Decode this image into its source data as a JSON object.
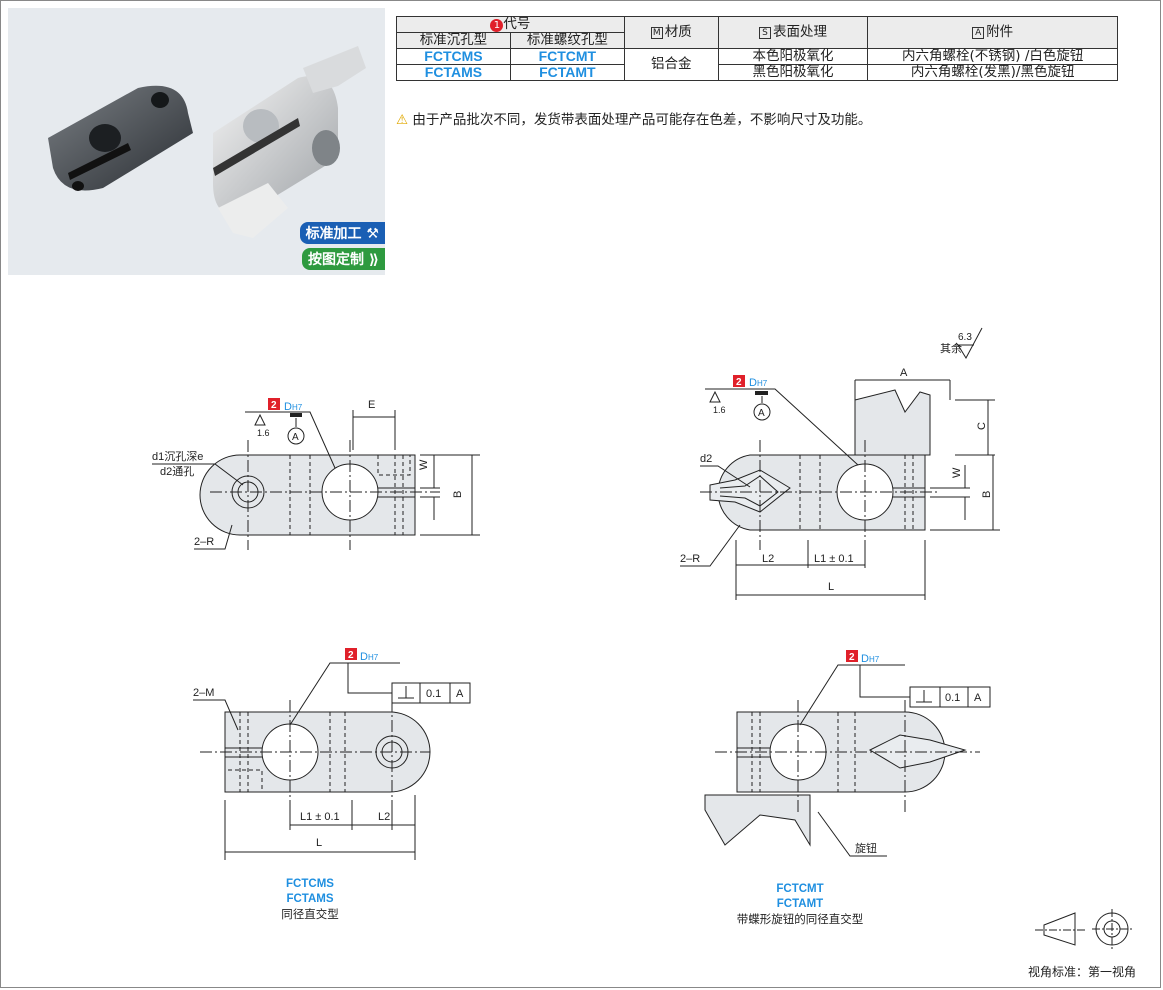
{
  "badges": {
    "standard_processing": "标准加工",
    "custom_drawing": "按图定制"
  },
  "table": {
    "code_header": "代号",
    "code_num": "1",
    "col_counterbore": "标准沉孔型",
    "col_thread": "标准螺纹孔型",
    "material_header": "材质",
    "material_icon": "M",
    "surface_header": "表面处理",
    "surface_icon": "S",
    "accessory_header": "附件",
    "accessory_icon": "A",
    "rows": [
      {
        "code_counterbore": "FCTCMS",
        "code_thread": "FCTCMT",
        "surface": "本色阳极氧化",
        "accessory": "内六角螺栓(不锈钢) /白色旋钮"
      },
      {
        "code_counterbore": "FCTAMS",
        "code_thread": "FCTAMT",
        "surface": "黑色阳极氧化",
        "accessory": "内六角螺栓(发黑)/黑色旋钮"
      }
    ],
    "material": "铝合金"
  },
  "note": "由于产品批次不同，发货带表面处理产品可能存在色差，不影响尺寸及功能。",
  "drawing": {
    "surface_rest": "其余",
    "roughness_63": "6.3",
    "roughness_16": "1.6",
    "datum": "A",
    "d_label": "D",
    "h7": "H7",
    "num2": "2",
    "E": "E",
    "W": "W",
    "B": "B",
    "A": "A",
    "C": "C",
    "d1_label": "d1沉孔深e",
    "d2_label": "d2通孔",
    "d2": "d2",
    "R2": "2–R",
    "M2": "2–M",
    "L": "L",
    "L1": "L1 ± 0.1",
    "L2": "L2",
    "tol_value": "0.1",
    "tol_datum": "A",
    "knob": "旋钮"
  },
  "captions": {
    "left_code1": "FCTCMS",
    "left_code2": "FCTAMS",
    "left_desc": "同径直交型",
    "right_code1": "FCTCMT",
    "right_code2": "FCTAMT",
    "right_desc": "带蝶形旋钮的同径直交型"
  },
  "projection_standard": "视角标准：第一视角"
}
